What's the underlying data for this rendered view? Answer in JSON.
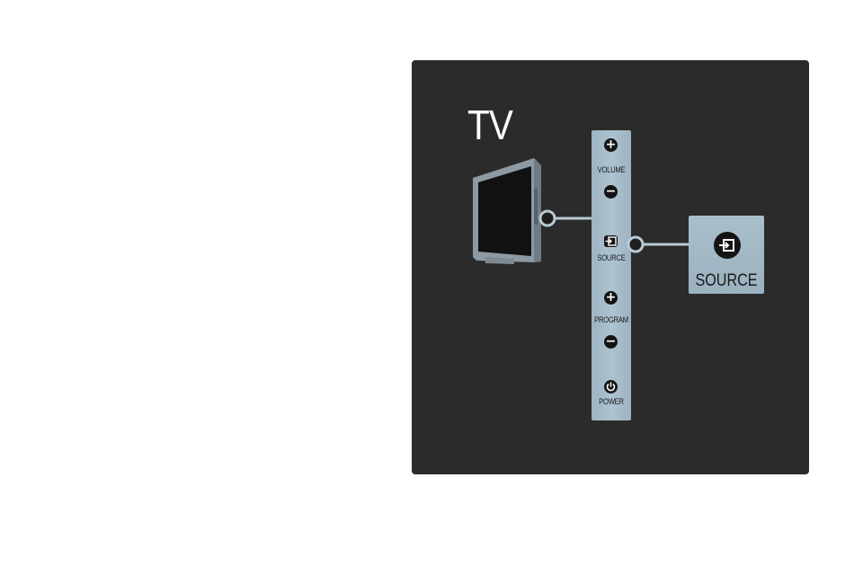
{
  "title": "TV",
  "side_panel": {
    "volume_label": "VOLUME",
    "source_label": "SOURCE",
    "program_label": "PROGRAM",
    "power_label": "POWER"
  },
  "highlight": {
    "label": "SOURCE",
    "icon": "source-input-icon"
  },
  "icons": [
    "tv-icon",
    "plus-icon",
    "minus-icon",
    "source-input-icon",
    "power-icon"
  ],
  "colors": {
    "background": "#2b2b2b",
    "strip": "#a8becb",
    "highlight_box": "#a3b9c6",
    "connector": "#b8cad4"
  }
}
